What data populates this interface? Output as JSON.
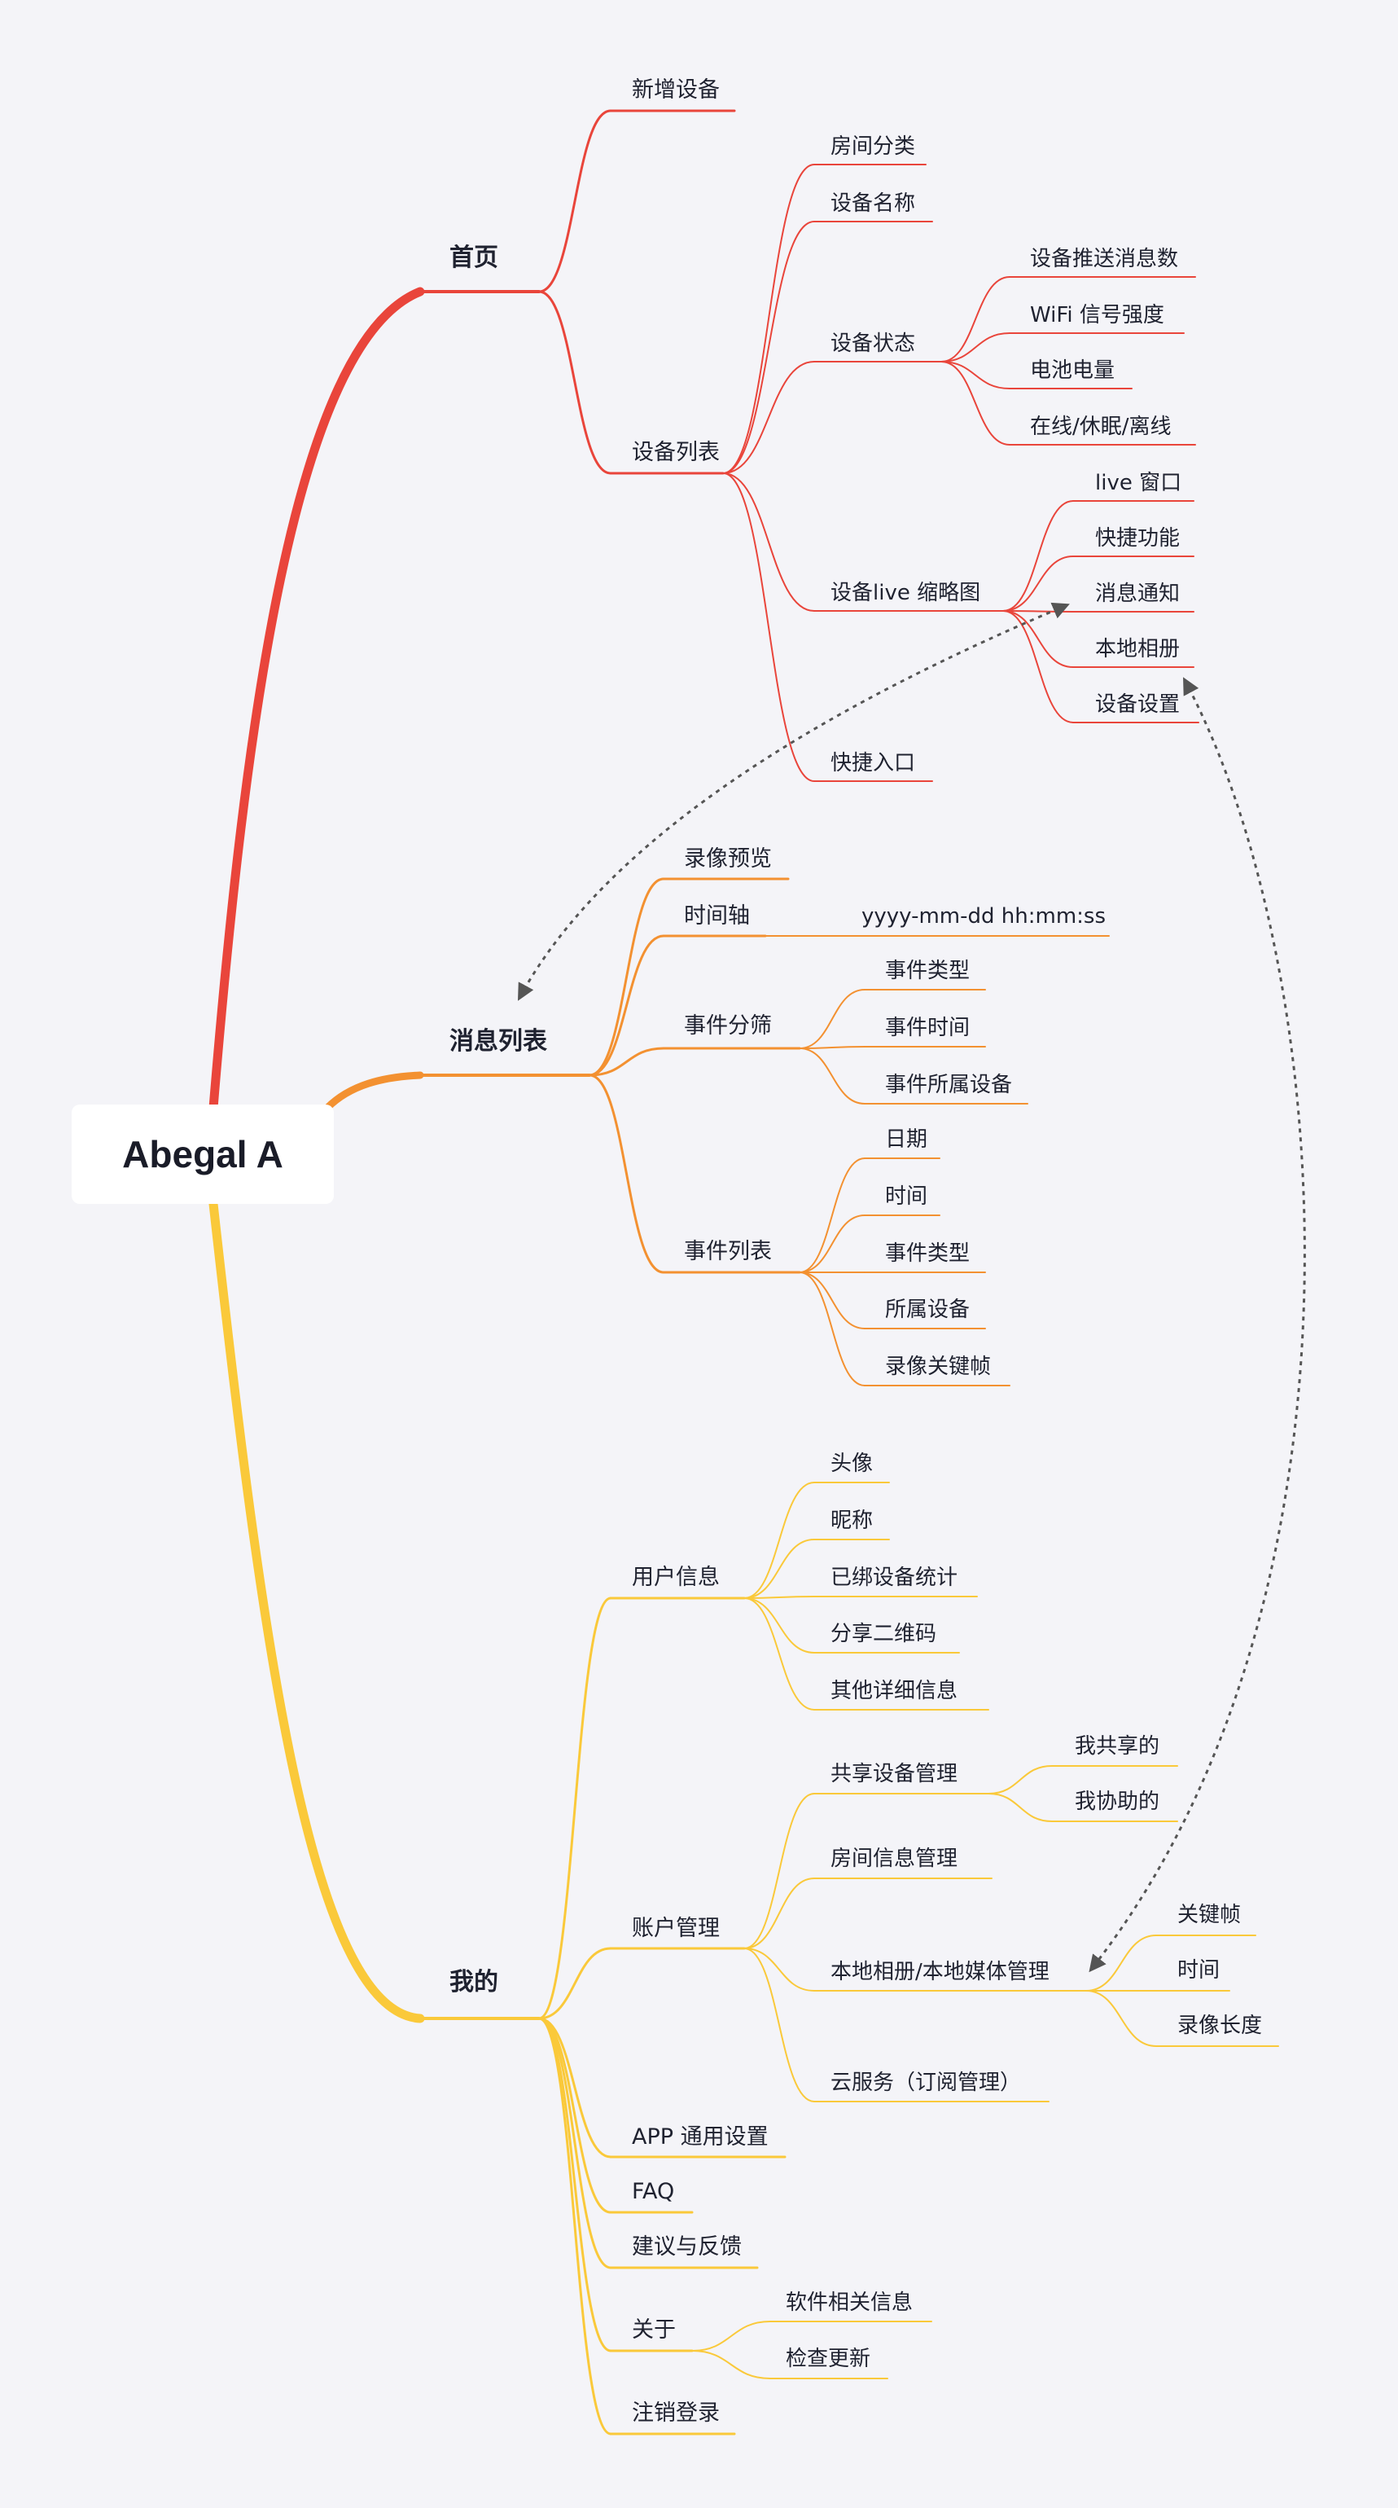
{
  "colors": {
    "background": "#f4f4f8",
    "home": "#e9453b",
    "messages": "#f39131",
    "mine": "#fac93a",
    "connector": "#555555"
  },
  "root": {
    "label": "Abegal A"
  },
  "home": {
    "label": "首页",
    "new_device": "新增设备",
    "device_list": {
      "label": "设备列表",
      "room_category": "房间分类",
      "device_name": "设备名称",
      "device_status": {
        "label": "设备状态",
        "push_count": "设备推送消息数",
        "wifi_strength": "WiFi 信号强度",
        "battery": "电池电量",
        "online_state": "在线/休眠/离线"
      },
      "live_thumb": {
        "label": "设备live 缩略图",
        "live_window": "live 窗口",
        "shortcut_func": "快捷功能",
        "message_notify": "消息通知",
        "local_album": "本地相册",
        "device_settings": "设备设置"
      },
      "shortcut_entry": "快捷入口"
    }
  },
  "messages": {
    "label": "消息列表",
    "video_preview": "录像预览",
    "timeline": {
      "label": "时间轴",
      "format": "yyyy-mm-dd hh:mm:ss"
    },
    "event_filter": {
      "label": "事件分筛",
      "event_type": "事件类型",
      "event_time": "事件时间",
      "event_device": "事件所属设备"
    },
    "event_list": {
      "label": "事件列表",
      "date": "日期",
      "time": "时间",
      "event_type": "事件类型",
      "device": "所属设备",
      "keyframe": "录像关键帧"
    }
  },
  "mine": {
    "label": "我的",
    "user_info": {
      "label": "用户信息",
      "avatar": "头像",
      "nickname": "昵称",
      "bound_stats": "已绑设备统计",
      "share_qr": "分享二维码",
      "other_details": "其他详细信息"
    },
    "account": {
      "label": "账户管理",
      "shared_devices": {
        "label": "共享设备管理",
        "shared_by_me": "我共享的",
        "assisted_by_me": "我协助的"
      },
      "room_info": "房间信息管理",
      "local_media": {
        "label": "本地相册/本地媒体管理",
        "keyframe": "关键帧",
        "time": "时间",
        "duration": "录像长度"
      },
      "cloud": "云服务（订阅管理）"
    },
    "app_settings": "APP 通用设置",
    "faq": "FAQ",
    "feedback": "建议与反馈",
    "about": {
      "label": "关于",
      "software_info": "软件相关信息",
      "check_update": "检查更新"
    },
    "logout": "注销登录"
  }
}
